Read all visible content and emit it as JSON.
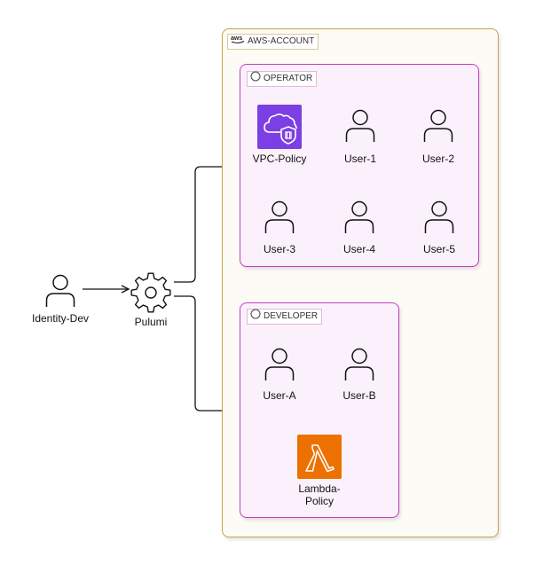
{
  "account": {
    "label": "AWS-ACCOUNT",
    "icon": "aws-logo-icon",
    "border_color": "#c9a24c"
  },
  "operator": {
    "label": "OPERATOR",
    "icon": "organizational-unit-icon",
    "border_color": "#c43bc2",
    "policy": {
      "label": "VPC-Policy",
      "icon": "vpc-shield-cloud-icon",
      "color": "#7b3fe4"
    },
    "users": [
      "User-1",
      "User-2",
      "User-3",
      "User-4",
      "User-5"
    ]
  },
  "developer": {
    "label": "DEVELOPER",
    "icon": "organizational-unit-icon",
    "border_color": "#c43bc2",
    "users": [
      "User-A",
      "User-B"
    ],
    "policy": {
      "label_line1": "Lambda-",
      "label_line2": "Policy",
      "icon": "lambda-icon",
      "color": "#ed7100"
    }
  },
  "identity": {
    "label": "Identity-Dev",
    "icon": "user-icon"
  },
  "pulumi": {
    "label": "Pulumi",
    "icon": "gear-icon"
  }
}
